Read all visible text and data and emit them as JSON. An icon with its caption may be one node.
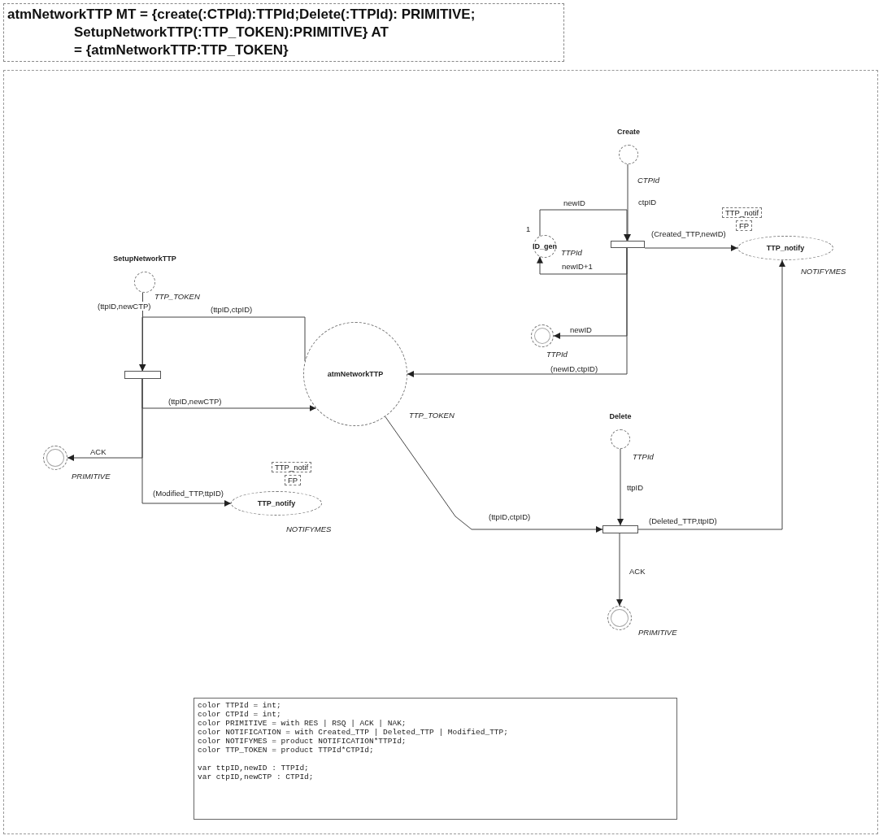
{
  "diagram": {
    "title": "atmNetworkTTP MT = {create(:CTPId):TTPId;Delete(:TTPId): PRIMITIVE; SetupNetworkTTP(:TTP_TOKEN):PRIMITIVE} AT = {atmNetworkTTP:TTP_TOKEN}",
    "nodes": [
      {
        "text": [
          "Create"
        ],
        "beside": [
          "CTPId"
        ]
      },
      {
        "text": [
          "ID_gen"
        ],
        "beside": [
          "1",
          "TTPId"
        ]
      },
      {
        "text": [],
        "shape": "bar"
      },
      {
        "text": [
          "TTP_notify"
        ],
        "beside": [
          "TTP_notif",
          "FP",
          "NOTIFYMES"
        ]
      },
      {
        "text": [],
        "shape": "circle",
        "beside": [
          "TTPId"
        ]
      },
      {
        "text": [
          "SetupNetworkTTP"
        ],
        "beside": [
          "TTP_TOKEN"
        ]
      },
      {
        "text": [],
        "shape": "bar"
      },
      {
        "text": [
          "atmNetworkTTP"
        ],
        "beside": [
          "TTP_TOKEN"
        ]
      },
      {
        "text": [],
        "shape": "circle",
        "beside": [
          "PRIMITIVE"
        ]
      },
      {
        "text": [
          "TTP_notify"
        ],
        "beside": [
          "TTP_notif",
          "FP",
          "NOTIFYMES"
        ]
      },
      {
        "text": [
          "Delete"
        ],
        "beside": [
          "TTPId"
        ]
      },
      {
        "text": [],
        "shape": "bar"
      },
      {
        "text": [],
        "shape": "circle",
        "beside": [
          "PRIMITIVE"
        ]
      },
      {
        "text": [
          "color TTPId = int;",
          "color CTPId = int;",
          "color PRIMITIVE = with RES | RSQ | ACK | NAK;",
          "color NOTIFICATION = with Created_TTP | Deleted_TTP | Modified_TTP;",
          "color NOTIFYMES = product NOTIFICATION*TTPId;",
          "color TTP_TOKEN = product TTPId*CTPId;",
          "var ttpID,newID : TTPId;",
          "var ctpID,newCTP : CTPId;"
        ]
      }
    ],
    "edges": [
      {
        "from": 0,
        "to": 2,
        "arrow": "to",
        "label": "ctpID"
      },
      {
        "from": 1,
        "to": 2,
        "arrow": "to",
        "label": "newID"
      },
      {
        "from": 2,
        "to": 1,
        "arrow": "to",
        "label": "newID+1"
      },
      {
        "from": 2,
        "to": 3,
        "arrow": "to",
        "label": "(Created_TTP,newID)"
      },
      {
        "from": 2,
        "to": 4,
        "arrow": "to",
        "label": "newID"
      },
      {
        "from": 2,
        "to": 7,
        "arrow": "to",
        "label": "(newID,ctpID)"
      },
      {
        "from": 5,
        "to": 6,
        "arrow": "to",
        "label": "(ttpID,newCTP)"
      },
      {
        "from": 7,
        "to": 6,
        "arrow": "to",
        "label": "(ttpID,ctpID)"
      },
      {
        "from": 6,
        "to": 7,
        "arrow": "to",
        "label": "(ttpID,newCTP)"
      },
      {
        "from": 6,
        "to": 8,
        "arrow": "to",
        "label": "ACK"
      },
      {
        "from": 6,
        "to": 9,
        "arrow": "to",
        "label": "(Modified_TTP,ttpID)"
      },
      {
        "from": 7,
        "to": 11,
        "arrow": "to",
        "label": "(ttpID,ctpID)"
      },
      {
        "from": 10,
        "to": 11,
        "arrow": "to",
        "label": "ttpID"
      },
      {
        "from": 11,
        "to": 3,
        "arrow": "to",
        "label": "(Deleted_TTP,ttpID)"
      },
      {
        "from": 11,
        "to": 12,
        "arrow": "to",
        "label": "ACK"
      }
    ]
  }
}
